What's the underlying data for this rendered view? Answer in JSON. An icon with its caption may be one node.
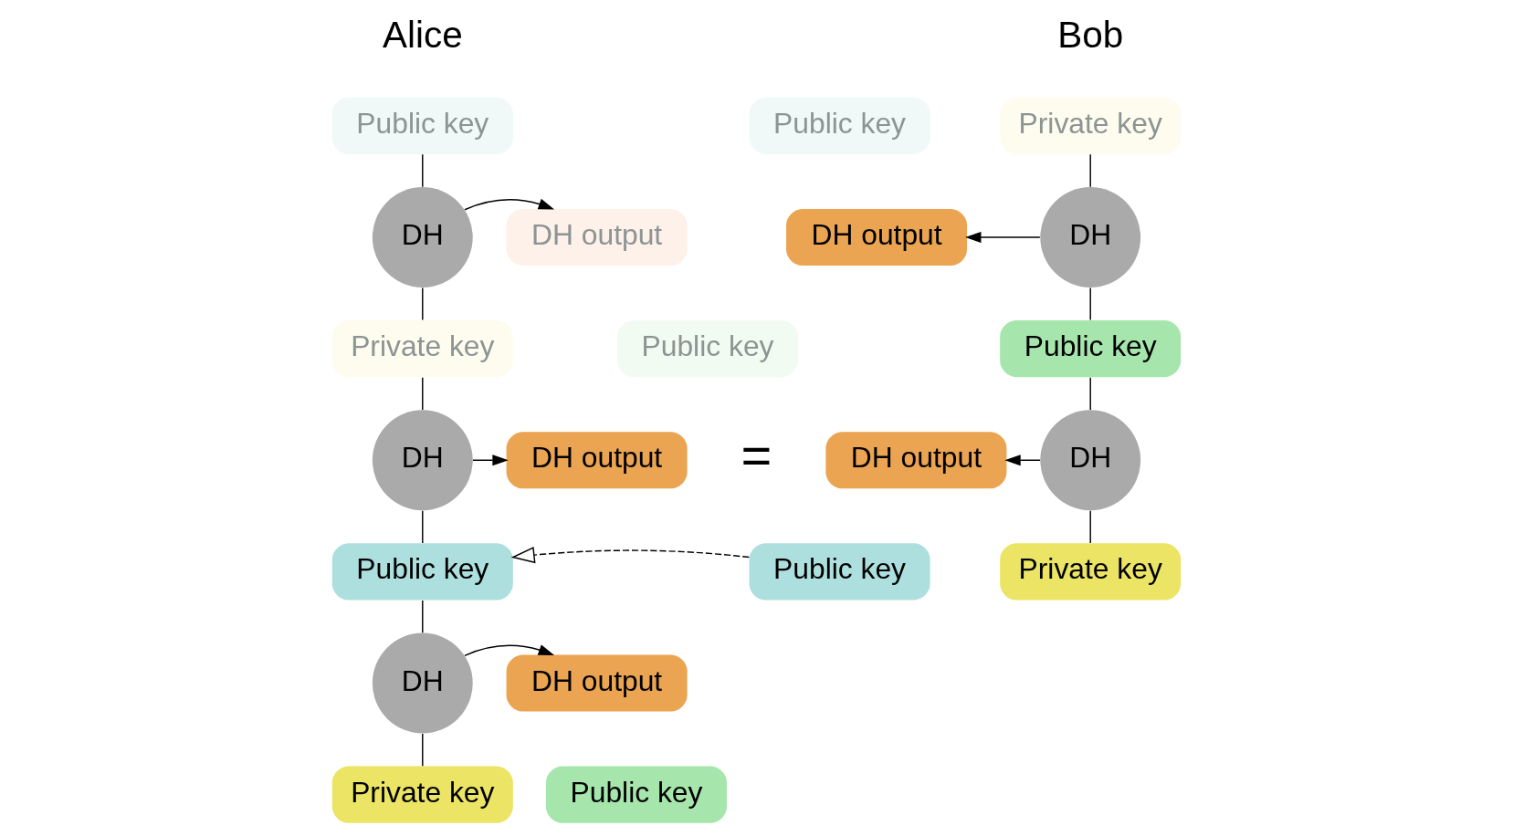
{
  "diagram": {
    "nodes": [
      {
        "text": [
          "Public key"
        ]
      },
      {
        "text": [
          "Public key"
        ]
      },
      {
        "text": [
          "Private key"
        ]
      },
      {
        "text": [
          "DH"
        ]
      },
      {
        "text": [
          "DH output"
        ]
      },
      {
        "text": [
          "DH output"
        ]
      },
      {
        "text": [
          "DH"
        ]
      },
      {
        "text": [
          "Private key"
        ]
      },
      {
        "text": [
          "Public key"
        ]
      },
      {
        "text": [
          "Public key"
        ]
      },
      {
        "text": [
          "DH"
        ]
      },
      {
        "text": [
          "DH output"
        ]
      },
      {
        "text": [
          "DH output"
        ]
      },
      {
        "text": [
          "DH"
        ]
      },
      {
        "text": [
          "Public key"
        ]
      },
      {
        "text": [
          "Public key"
        ]
      },
      {
        "text": [
          "Private key"
        ]
      },
      {
        "text": [
          "DH"
        ]
      },
      {
        "text": [
          "DH output"
        ]
      },
      {
        "text": [
          "Private key"
        ]
      },
      {
        "text": [
          "Public key"
        ]
      }
    ],
    "edges": [
      {
        "from": 0,
        "to": 3,
        "arrow": "none"
      },
      {
        "from": 3,
        "to": 4,
        "arrow": "to"
      },
      {
        "from": 3,
        "to": 7,
        "arrow": "none"
      },
      {
        "from": 7,
        "to": 10,
        "arrow": "none"
      },
      {
        "from": 10,
        "to": 11,
        "arrow": "to"
      },
      {
        "from": 10,
        "to": 14,
        "arrow": "none"
      },
      {
        "from": 14,
        "to": 17,
        "arrow": "none"
      },
      {
        "from": 17,
        "to": 18,
        "arrow": "to"
      },
      {
        "from": 17,
        "to": 19,
        "arrow": "none"
      },
      {
        "from": 2,
        "to": 6,
        "arrow": "none"
      },
      {
        "from": 6,
        "to": 5,
        "arrow": "to"
      },
      {
        "from": 6,
        "to": 9,
        "arrow": "none"
      },
      {
        "from": 9,
        "to": 13,
        "arrow": "none"
      },
      {
        "from": 13,
        "to": 12,
        "arrow": "to"
      },
      {
        "from": 13,
        "to": 16,
        "arrow": "none"
      },
      {
        "from": 15,
        "to": 14,
        "arrow": "to",
        "style": "dashed"
      }
    ],
    "labels": [
      "Alice",
      "Bob",
      "="
    ]
  }
}
